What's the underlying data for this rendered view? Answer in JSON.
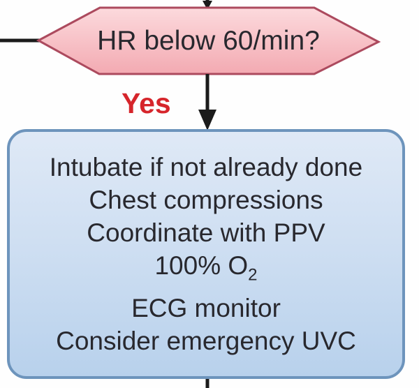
{
  "colors": {
    "background": "#fefefe",
    "line": "#1b1b1b",
    "text": "#28282e",
    "hexagon_fill_top": "#fcdadd",
    "hexagon_fill_bottom": "#f3aab2",
    "hexagon_border": "#ac4a5e",
    "yes_text": "#d6252b",
    "action_box_border": "#6d94bc",
    "action_box_fill_top": "#dfe9f6",
    "action_box_fill_bottom": "#b8d1ec"
  },
  "decision": {
    "label": "HR below 60/min?"
  },
  "edge": {
    "yes_label": "Yes"
  },
  "action_box": {
    "lines": [
      "Intubate if not already done",
      "Chest compressions",
      "Coordinate with PPV",
      {
        "main": "100% O",
        "sub": "2"
      },
      "ECG monitor",
      "Consider emergency UVC"
    ]
  }
}
